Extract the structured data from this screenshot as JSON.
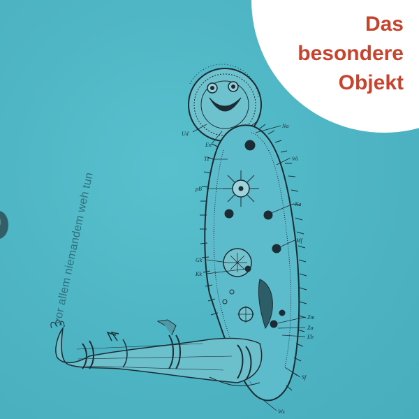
{
  "corner_badge": {
    "title": "Das\nbesondere\nObjekt",
    "color": "#c6432e"
  },
  "quote": "vor allem niemandem weh tun",
  "labels": {
    "ud": "Ud",
    "en": "En",
    "tz": "Tz",
    "na_top": "Na",
    "wi": "Wi",
    "pb": "pB",
    "na_mid": "Na",
    "mf": "Mf",
    "gk": "Gk",
    "kk": "Kk",
    "zm": "Zm",
    "za": "Zα",
    "eb": "Eb",
    "sf": "Sf",
    "ws": "Ws"
  },
  "colors": {
    "background": "#4fb6c5",
    "ink": "#1b2c35",
    "accent": "#c6432e"
  }
}
